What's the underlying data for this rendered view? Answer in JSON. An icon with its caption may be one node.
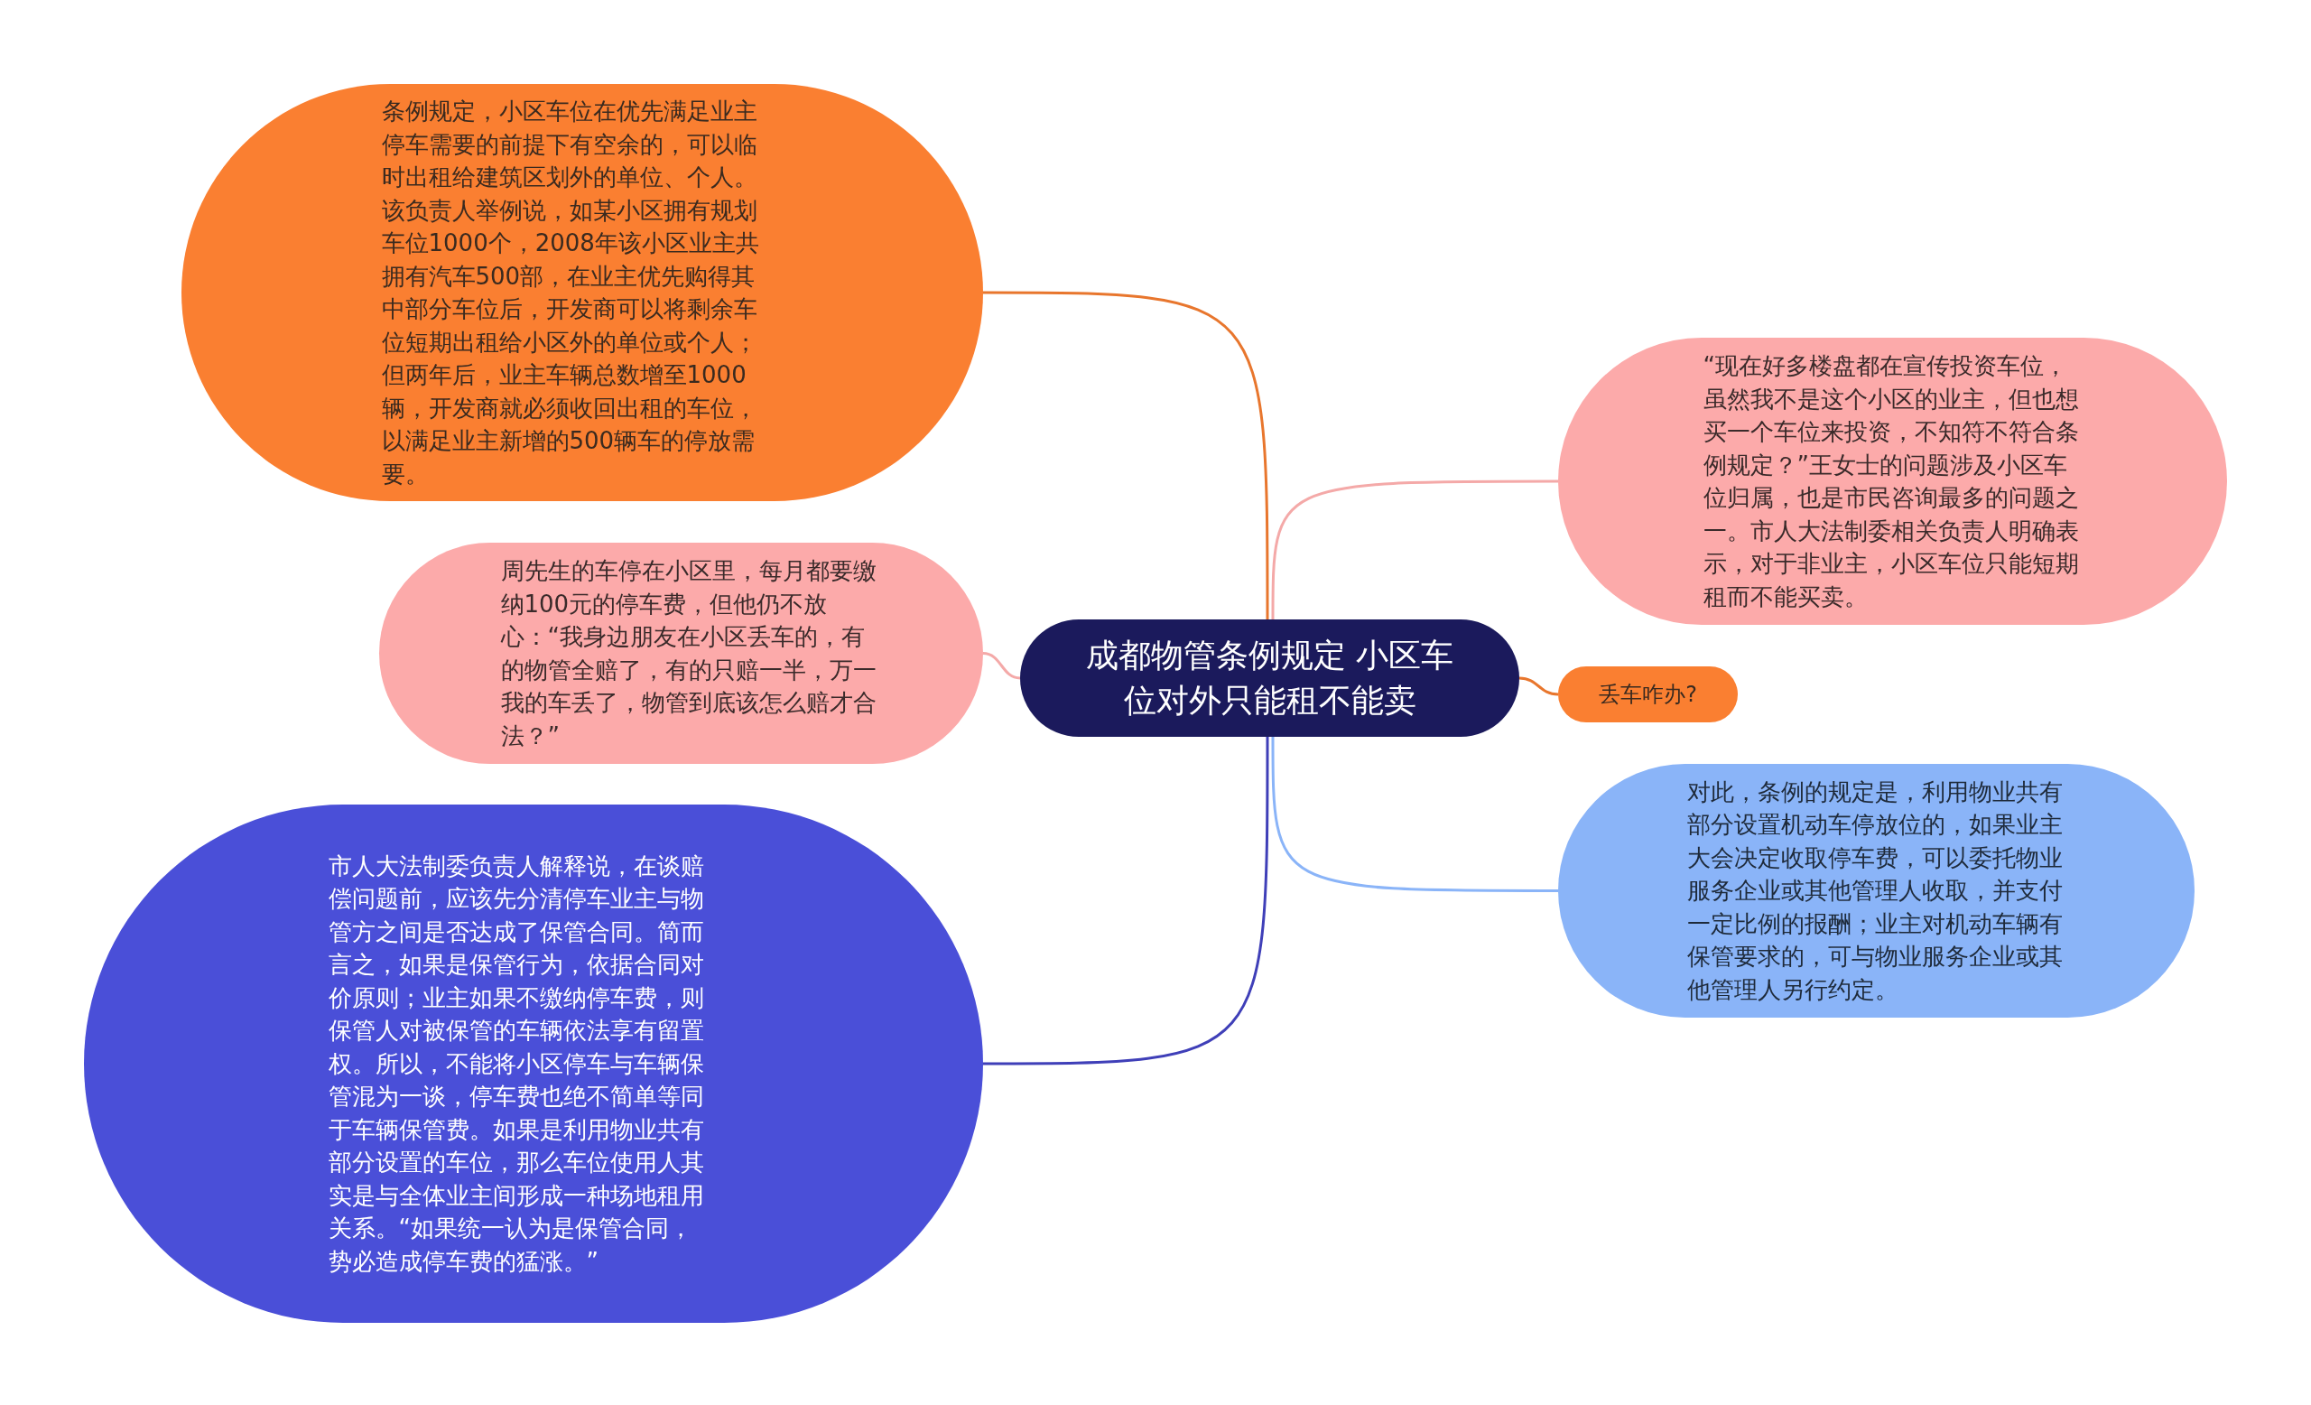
{
  "diagram": {
    "nodes": [
      {
        "text": [
          "成都物管条例规定 小区车位对外只能租不能卖"
        ]
      },
      {
        "text": [
          "条例规定，小区车位在优先满足业主停车需要的前提下有空余的，可以临时出租给建筑区划外的单位、个人。该负责人举例说，如某小区拥有规划车位1000个，2008年该小区业主共拥有汽车500部，在业主优先购得其中部分车位后，开发商可以将剩余车位短期出租给小区外的单位或个人；但两年后，业主车辆总数增至1000辆，开发商就必须收回出租的车位，以满足业主新增的500辆车的停放需要。"
        ]
      },
      {
        "text": [
          "周先生的车停在小区里，每月都要缴纳100元的停车费，但他仍不放心：“我身边朋友在小区丢车的，有的物管全赔了，有的只赔一半，万一我的车丢了，物管到底该怎么赔才合法？”"
        ]
      },
      {
        "text": [
          "市人大法制委负责人解释说，在谈赔偿问题前，应该先分清停车业主与物管方之间是否达成了保管合同。简而言之，如果是保管行为，依据合同对价原则；业主如果不缴纳停车费，则保管人对被保管的车辆依法享有留置权。所以，不能将小区停车与车辆保管混为一谈，停车费也绝不简单等同于车辆保管费。如果是利用物业共有部分设置的车位，那么车位使用人其实是与全体业主间形成一种场地租用关系。“如果统一认为是保管合同，势必造成停车费的猛涨。”"
        ]
      },
      {
        "text": [
          "“现在好多楼盘都在宣传投资车位，虽然我不是这个小区的业主，但也想买一个车位来投资，不知符不符合条例规定？”王女士的问题涉及小区车位归属，也是市民咨询最多的问题之一。市人大法制委相关负责人明确表示，对于非业主，小区车位只能短期租而不能买卖。"
        ]
      },
      {
        "text": [
          "丢车咋办?"
        ]
      },
      {
        "text": [
          "对此，条例的规定是，利用物业共有部分设置机动车停放位的，如果业主大会决定收取停车费，可以委托物业服务企业或其他管理人收取，并支付一定比例的报酬；业主对机动车辆有保管要求的，可与物业服务企业或其他管理人另行约定。"
        ]
      }
    ],
    "edges": [
      {
        "from": 0,
        "to": 1,
        "arrow": "none",
        "color": "#e8762d"
      },
      {
        "from": 0,
        "to": 2,
        "arrow": "none",
        "color": "#f4a9a8"
      },
      {
        "from": 0,
        "to": 3,
        "arrow": "none",
        "color": "#3f3fb8"
      },
      {
        "from": 0,
        "to": 4,
        "arrow": "none",
        "color": "#f4a9a8"
      },
      {
        "from": 0,
        "to": 5,
        "arrow": "none",
        "color": "#e8762d"
      },
      {
        "from": 0,
        "to": 6,
        "arrow": "none",
        "color": "#8ab4f8"
      }
    ]
  }
}
